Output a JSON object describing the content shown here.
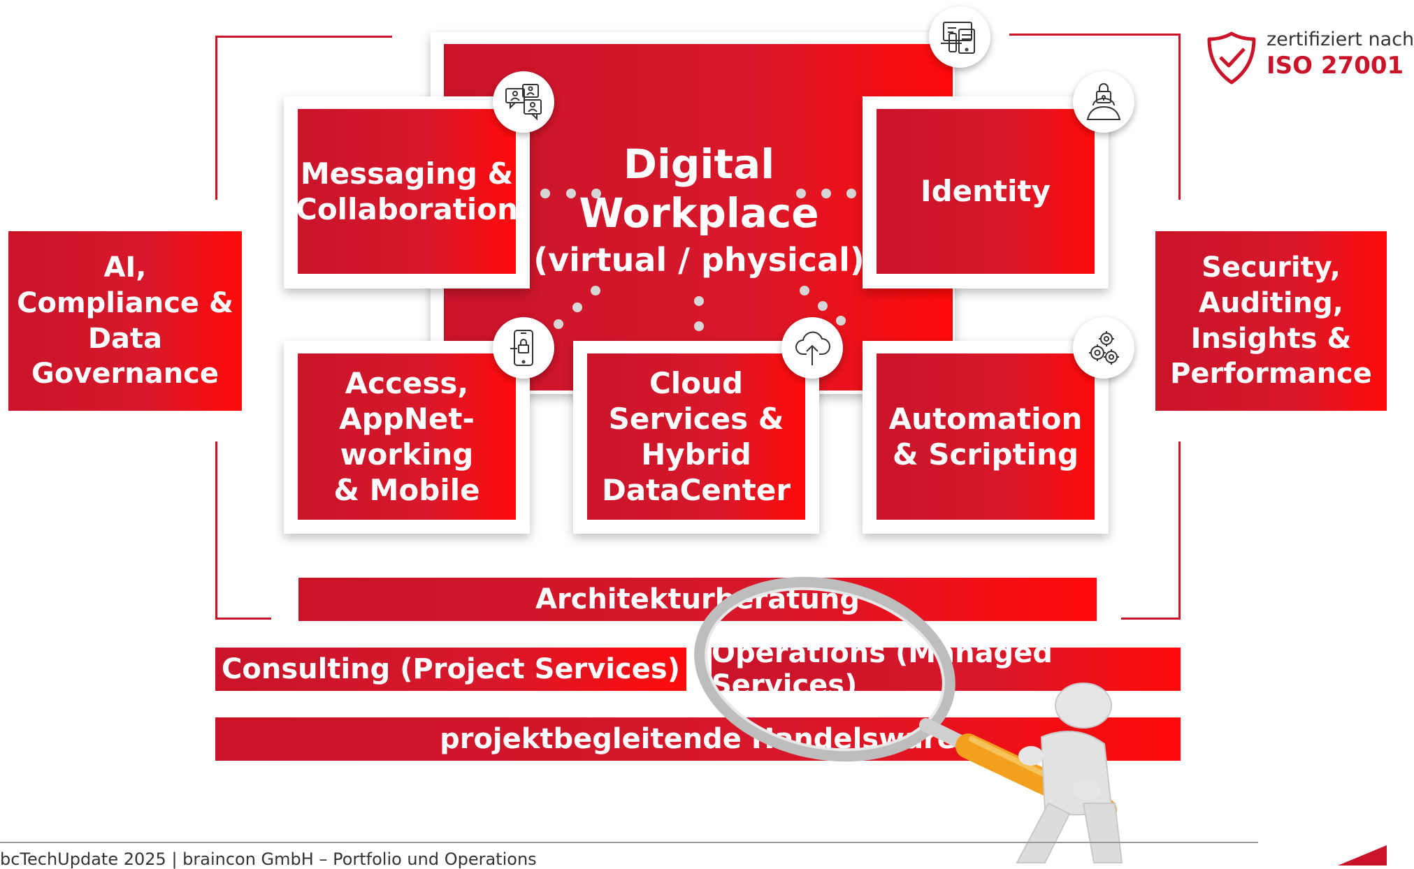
{
  "center": {
    "line1": "Digital",
    "line2": "Workplace",
    "line3": "(virtual / physical)"
  },
  "tiles": {
    "messaging": "Messaging & Collaboration",
    "identity": "Identity",
    "access": "Access, AppNet-working & Mobile",
    "cloud": "Cloud Services & Hybrid DataCenter",
    "automation": "Automation & Scripting"
  },
  "side_left": "AI, Compliance & Data Governance",
  "side_right": "Security, Auditing, Insights & Performance",
  "bars": {
    "architecture": "Architekturberatung",
    "consulting": "Consulting (Project Services)",
    "operations": "Operations (Managed Services)",
    "hardware": "projektbegleitende Handelsware"
  },
  "certification": {
    "line1": "zertifiziert nach",
    "line2": "ISO 27001"
  },
  "footer": "bcTechUpdate 2025 | braincon GmbH – Portfolio und Operations",
  "icons": {
    "messaging": "chat-users-icon",
    "identity": "user-lock-icon",
    "center": "devices-icon",
    "access": "phone-lock-icon",
    "cloud": "cloud-upload-icon",
    "automation": "gears-icon",
    "certification": "shield-check-icon"
  },
  "colors": {
    "brand_red": "#c9142a",
    "bright_red": "#ff0a0a"
  }
}
